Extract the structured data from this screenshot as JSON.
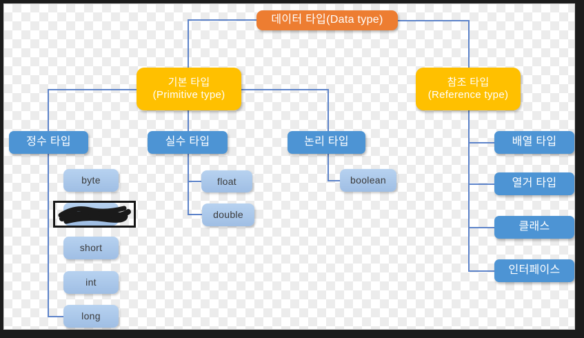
{
  "diagram": {
    "title_node": "데이터 타입(Data type)",
    "nodes": {
      "root": "데이터 타입(Data type)",
      "primitive_ko": "기본 타입",
      "primitive_en": "(Primitive type)",
      "reference_ko": "참조 타입",
      "reference_en": "(Reference type)",
      "integer": "정수 타입",
      "real": "실수 타입",
      "logic": "논리 타입",
      "byte": "byte",
      "short": "short",
      "int": "int",
      "long": "long",
      "float": "float",
      "double": "double",
      "boolean": "boolean",
      "array": "배열 타입",
      "enum": "열거 타입",
      "class": "클래스",
      "interface": "인터페이스"
    },
    "redacted_node": {
      "description": "label obscured by black scribble inside black rectangle"
    }
  },
  "colors": {
    "root_fill": "#ED7D31",
    "category_fill": "#FFC000",
    "type_fill": "#4D94D4",
    "leaf_fill_top": "#B7D2F0",
    "leaf_fill_bottom": "#9FBEE4",
    "connector": "#5B82C9",
    "node_text": "#FFFFFF",
    "leaf_text": "#3A3A3A",
    "frame": "#1C1C1C",
    "checker": "#ECECEC"
  }
}
